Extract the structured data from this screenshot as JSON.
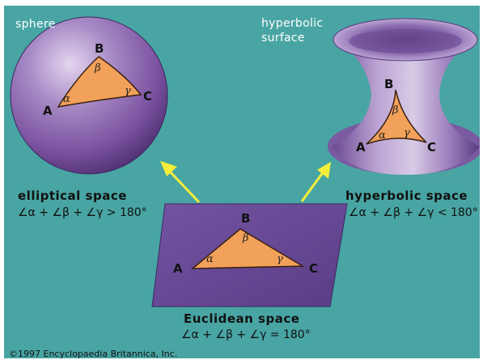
{
  "labels": {
    "sphere": "sphere",
    "hyperbolic_surface_line1": "hyperbolic",
    "hyperbolic_surface_line2": "surface",
    "elliptical_title": "elliptical space",
    "elliptical_formula": "∠α + ∠β + ∠γ > 180°",
    "hyperbolic_title": "hyperbolic space",
    "hyperbolic_formula": "∠α + ∠β + ∠γ < 180°",
    "euclidean_title": "Euclidean space",
    "euclidean_formula": "∠α + ∠β + ∠γ = 180°",
    "credit": "©1997 Encyclopaedia Britannica, Inc."
  },
  "vertices": {
    "a": "A",
    "b": "B",
    "c": "C"
  },
  "angles": {
    "alpha": "α",
    "beta": "β",
    "gamma": "γ"
  },
  "colors": {
    "background": "#48a5a3",
    "sphere": "#8a62ad",
    "hyperboloid": "#9a7cbb",
    "plane": "#6a4a9a",
    "triangle": "#f2a15a",
    "arrow": "#f4ee3a"
  }
}
